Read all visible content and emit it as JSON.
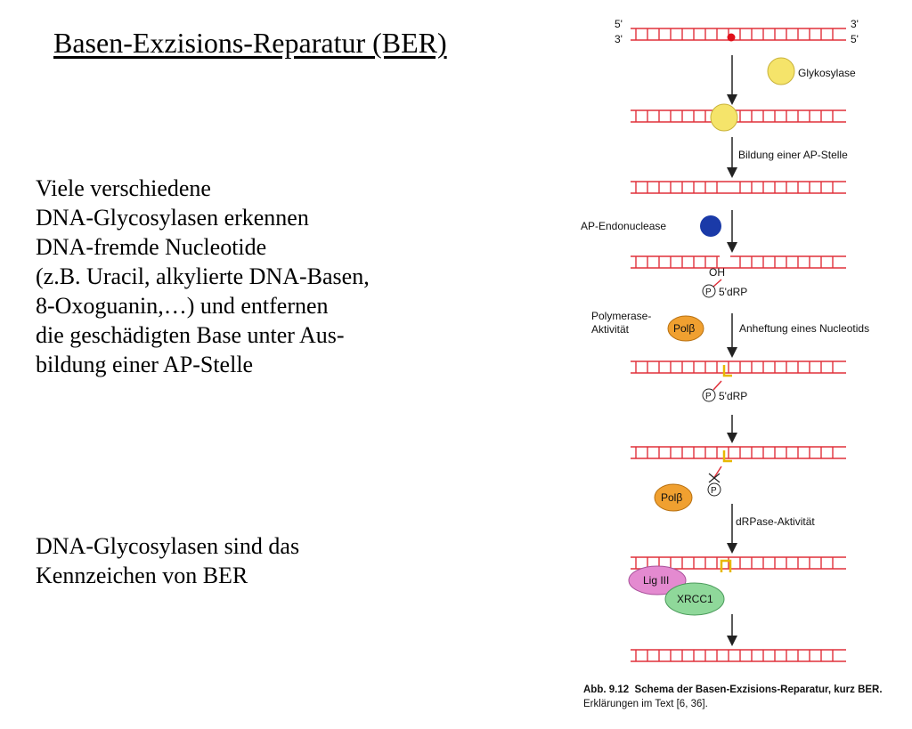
{
  "slide": {
    "title": "Basen-Exzisions-Reparatur (BER)",
    "paragraph1": [
      "Viele verschiedene",
      "DNA-Glycosylasen erkennen",
      "DNA-fremde Nucleotide",
      "(z.B. Uracil, alkylierte DNA-Basen,",
      "8-Oxoguanin,…) und entfernen",
      "die geschädigten Base unter Aus-",
      "bildung einer AP-Stelle"
    ],
    "paragraph2": [
      "DNA-Glycosylasen sind das",
      "Kennzeichen von BER"
    ]
  },
  "diagram": {
    "strand_ends": {
      "top_left": "5'",
      "top_right": "3'",
      "bottom_left": "3'",
      "bottom_right": "5'"
    },
    "labels": {
      "glykosylase": "Glykosylase",
      "ap_site": "Bildung einer AP-Stelle",
      "ap_endonuclease": "AP-Endonuclease",
      "oh": "OH",
      "p": "P",
      "dRP": "5'dRP",
      "polymerase_activity_line1": "Polymerase-",
      "polymerase_activity_line2": "Aktivität",
      "pol_beta": "Polβ",
      "nucleotide_attachment": "Anheftung eines Nucleotids",
      "drpase_activity": "dRPase-Aktivität",
      "lig3": "Lig III",
      "xrcc1": "XRCC1"
    },
    "colors": {
      "dna": "#e0303a",
      "glykosylase": "#f5e46a",
      "ap_endonuclease": "#1a3aa8",
      "pol_beta": "#f0a030",
      "lig3": "#e48ad0",
      "xrcc1": "#8fd89a",
      "new_nucleotide": "#e8b800"
    }
  },
  "caption": {
    "label": "Abb. 9.12",
    "title": "Schema der Basen-Exzisions-Reparatur, kurz BER.",
    "text": "Erklärungen im Text [6, 36]."
  }
}
